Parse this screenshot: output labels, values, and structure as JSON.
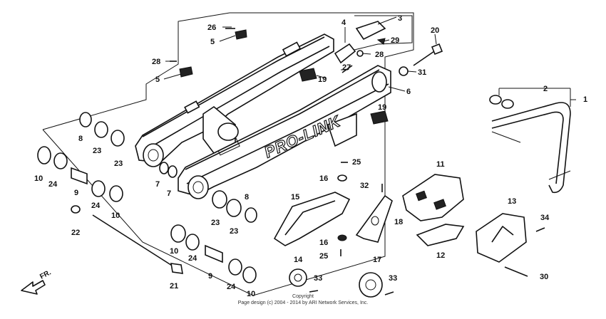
{
  "diagram": {
    "part_numbers": {
      "p1": "1",
      "p2": "2",
      "p3": "3",
      "p4": "4",
      "p5a": "5",
      "p5b": "5",
      "p6": "6",
      "p7a": "7",
      "p7b": "7",
      "p8a": "8",
      "p8b": "8",
      "p9a": "9",
      "p9b": "9",
      "p10a": "10",
      "p10b": "10",
      "p10c": "10",
      "p10d": "10",
      "p11": "11",
      "p12": "12",
      "p13": "13",
      "p14": "14",
      "p15": "15",
      "p16a": "16",
      "p16b": "16",
      "p17": "17",
      "p18": "18",
      "p19a": "19",
      "p19b": "19",
      "p20": "20",
      "p21": "21",
      "p22": "22",
      "p23a": "23",
      "p23b": "23",
      "p23c": "23",
      "p23d": "23",
      "p24a": "24",
      "p24b": "24",
      "p24c": "24",
      "p24d": "24",
      "p25a": "25",
      "p25b": "25",
      "p26": "26",
      "p27": "27",
      "p28a": "28",
      "p28b": "28",
      "p29": "29",
      "p30": "30",
      "p31": "31",
      "p32": "32",
      "p33a": "33",
      "p33b": "33",
      "p34": "34"
    },
    "logo_text": "PRO-LINK",
    "direction_label": "FR.",
    "copyright_line1": "Copyright",
    "copyright_line2": "Page design (c) 2004 - 2014 by ARI Network Services, Inc."
  }
}
